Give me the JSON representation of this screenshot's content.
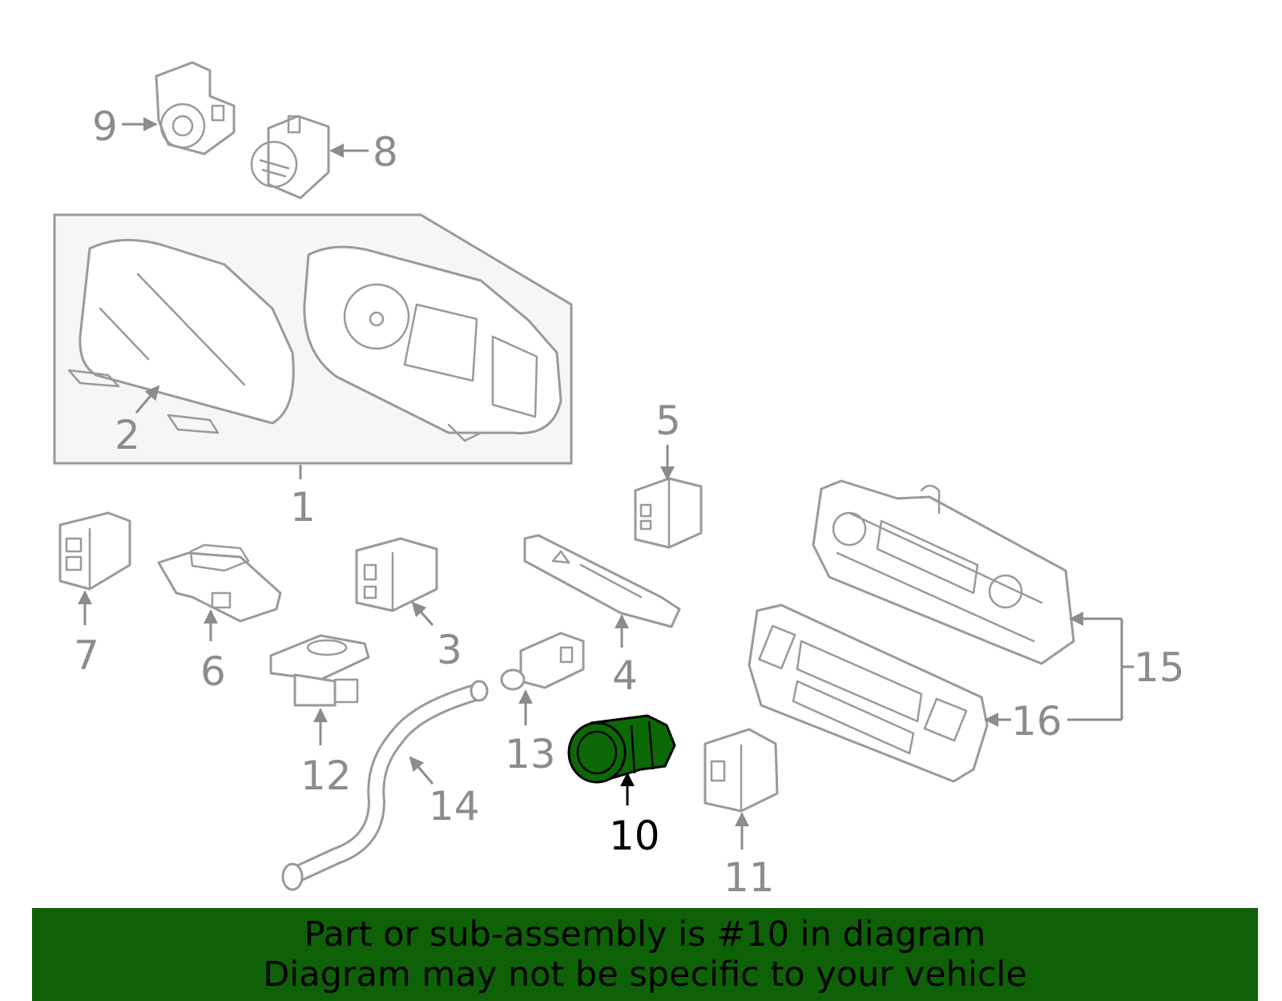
{
  "diagram": {
    "callouts": {
      "c1": "1",
      "c2": "2",
      "c3": "3",
      "c4": "4",
      "c5": "5",
      "c6": "6",
      "c7": "7",
      "c8": "8",
      "c9": "9",
      "c10": "10",
      "c11": "11",
      "c12": "12",
      "c13": "13",
      "c14": "14",
      "c15": "15",
      "c16": "16"
    },
    "highlighted_part": "10",
    "colors": {
      "highlight_fill": "#0b6a05",
      "line_gray": "#9a9a9a",
      "label_gray": "#8c8c8c",
      "banner_bg": "#0f6108"
    }
  },
  "banner": {
    "line1": "Part or sub-assembly is #10 in diagram",
    "line2": "Diagram may not be specific to your vehicle"
  }
}
